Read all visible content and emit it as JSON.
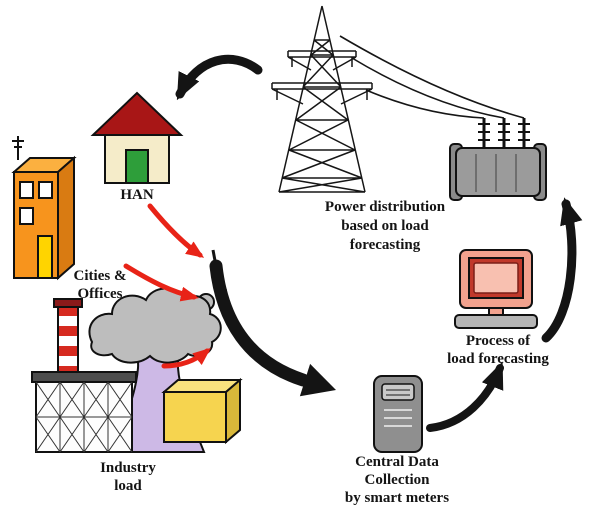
{
  "diagram": {
    "labels": {
      "han": "HAN",
      "cities_offices": [
        "Cities &",
        "Offices"
      ],
      "power_distribution": [
        "Power distribution",
        "based on load",
        "forecasting"
      ],
      "industry_load": [
        "Industry",
        "load"
      ],
      "central_data_collection": [
        "Central Data",
        "Collection",
        "by smart meters"
      ],
      "process_of_load_forecasting": [
        "Process of",
        "load forecasting"
      ]
    },
    "icons": [
      "transmission-tower-icon",
      "transformer-icon",
      "house-icon",
      "office-building-icon",
      "factory-icon",
      "chimney-icon",
      "cooling-tower-icon",
      "smoke-cloud-icon",
      "crate-icon",
      "smart-meter-icon",
      "computer-icon"
    ],
    "colors": {
      "roof_red": "#a81616",
      "house_wall": "#f5ecc9",
      "door_green": "#2e9e3a",
      "building_orange": "#f7941d",
      "building_side_orange": "#d97b12",
      "building_top_orange": "#fbb040",
      "door_yellow": "#ffd400",
      "chimney_red": "#d62a20",
      "cooling_tower_purple": "#cdb9e6",
      "smoke_gray": "#bdbdbd",
      "box_yellow": "#f6d44f",
      "box_top_yellow": "#f9e27e",
      "box_side_yellow": "#d9b83a",
      "transformer_gray": "#9b9b9b",
      "meter_gray": "#8f8f8f",
      "monitor_salmon": "#f2a28e",
      "screen_frame_red": "#c0392b",
      "screen_inner_pink": "#f8c0b0",
      "keyboard_gray": "#b5b5b5",
      "arrow_red": "#e82317",
      "arrow_black": "#141414"
    }
  }
}
